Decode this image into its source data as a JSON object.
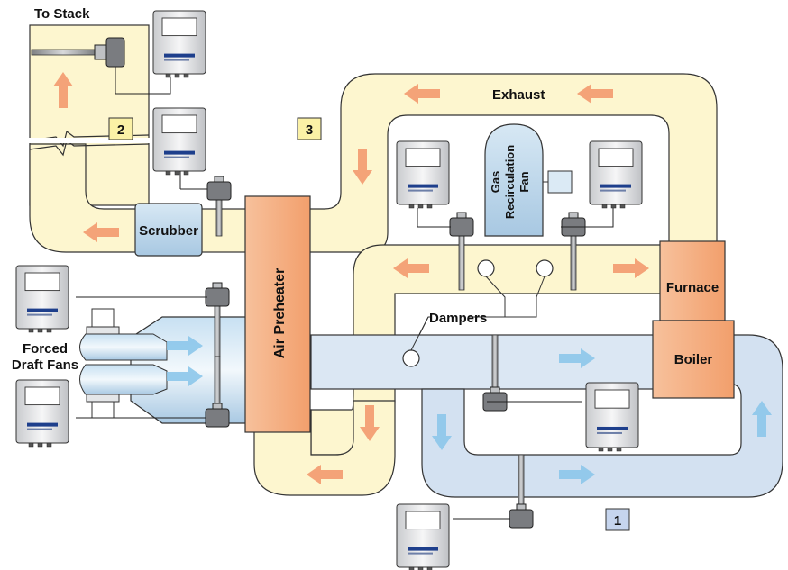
{
  "labels": {
    "to_stack": "To Stack",
    "exhaust": "Exhaust",
    "scrubber": "Scrubber",
    "air_preheater": "Air Preheater",
    "gas_fan_line1": "Gas",
    "gas_fan_line2": "Recirculation",
    "gas_fan_line3": "Fan",
    "furnace": "Furnace",
    "boiler": "Boiler",
    "dampers": "Dampers",
    "forced_line1": "Forced",
    "forced_line2": "Draft Fans"
  },
  "badges": {
    "one": "1",
    "two": "2",
    "three": "3"
  },
  "colors": {
    "exhaust_duct": "#fdf6cf",
    "air_duct": "#cfdff0",
    "component_orange": "#f7b48a",
    "component_blue": "#bdd6ea",
    "arrow_orange": "#f39a6e",
    "arrow_blue": "#8cc6ea",
    "badge_yellow": "#fbf1a6",
    "badge_blue": "#c6d5ee"
  }
}
